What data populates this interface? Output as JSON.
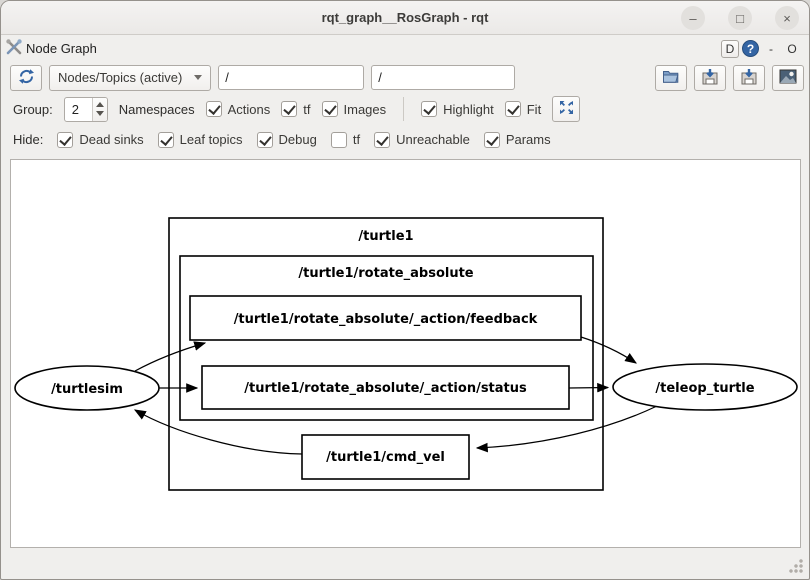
{
  "window": {
    "title": "rqt_graph__RosGraph - rqt",
    "controls": {
      "minimize": "–",
      "maximize": "□",
      "close": "×"
    }
  },
  "panel": {
    "title": "Node Graph",
    "buttons": {
      "d": "D",
      "help": "?",
      "minimize": "-",
      "close": "O"
    }
  },
  "toolbar": {
    "graph_type": "Nodes/Topics (active)",
    "node_filter": "/",
    "topic_filter": "/"
  },
  "options": {
    "group_label": "Group:",
    "group_value": "2",
    "namespaces_label": "Namespaces",
    "items": [
      {
        "label": "Actions",
        "checked": true
      },
      {
        "label": "tf",
        "checked": true
      },
      {
        "label": "Images",
        "checked": true
      },
      {
        "label": "Highlight",
        "checked": true
      },
      {
        "label": "Fit",
        "checked": true
      }
    ]
  },
  "hide": {
    "label": "Hide:",
    "items": [
      {
        "label": "Dead sinks",
        "checked": true
      },
      {
        "label": "Leaf topics",
        "checked": true
      },
      {
        "label": "Debug",
        "checked": true
      },
      {
        "label": "tf",
        "checked": false
      },
      {
        "label": "Unreachable",
        "checked": true
      },
      {
        "label": "Params",
        "checked": true
      }
    ]
  },
  "graph": {
    "clusters": [
      {
        "label": "/turtle1"
      },
      {
        "label": "/turtle1/rotate_absolute"
      }
    ],
    "nodes": [
      {
        "label": "/turtlesim"
      },
      {
        "label": "/teleop_turtle"
      }
    ],
    "topics": [
      {
        "label": "/turtle1/rotate_absolute/_action/feedback"
      },
      {
        "label": "/turtle1/rotate_absolute/_action/status"
      },
      {
        "label": "/turtle1/cmd_vel"
      }
    ]
  },
  "colors": {
    "accent_blue": "#3465a4",
    "edge_black": "#000000"
  }
}
